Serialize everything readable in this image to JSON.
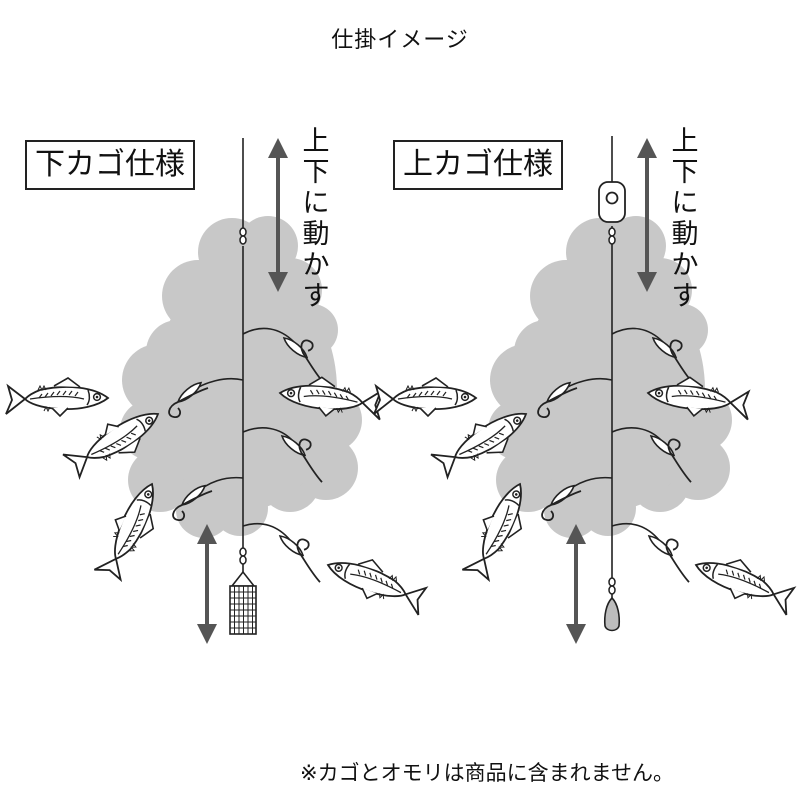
{
  "title": "仕掛イメージ",
  "panels": [
    {
      "label": "下カゴ仕様",
      "side_text": [
        "上",
        "下",
        "に",
        "動",
        "か",
        "す"
      ]
    },
    {
      "label": "上カゴ仕様",
      "side_text": [
        "上",
        "下",
        "に",
        "動",
        "か",
        "す"
      ]
    }
  ],
  "footnote": "※カゴとオモリは商品に含まれません。",
  "colors": {
    "cloud": "#c8c8c8",
    "line": "#222222",
    "arrow": "#555555",
    "sinker": "#bdbdbd"
  },
  "icons": [
    "bait-cloud",
    "mackerel-fish",
    "hook",
    "swivel",
    "cage-feeder",
    "float",
    "sinker",
    "up-down-arrow"
  ]
}
